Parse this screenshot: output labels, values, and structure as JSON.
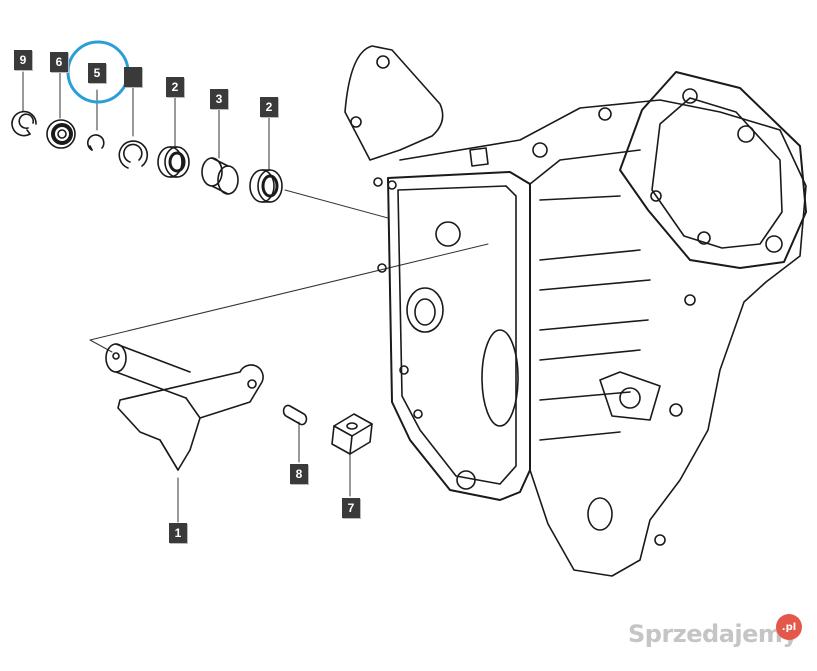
{
  "callouts": [
    {
      "id": "c9",
      "label": "9"
    },
    {
      "id": "c6",
      "label": "6"
    },
    {
      "id": "c5",
      "label": "5"
    },
    {
      "id": "c4",
      "label": ""
    },
    {
      "id": "c2a",
      "label": "2"
    },
    {
      "id": "c3",
      "label": "3"
    },
    {
      "id": "c2b",
      "label": "2"
    },
    {
      "id": "c1",
      "label": "1"
    },
    {
      "id": "c8",
      "label": "8"
    },
    {
      "id": "c7",
      "label": "7"
    }
  ],
  "highlight_color": "#2a9fd6",
  "watermark": {
    "text": "Sprzedajemy",
    "badge": ".pl"
  }
}
